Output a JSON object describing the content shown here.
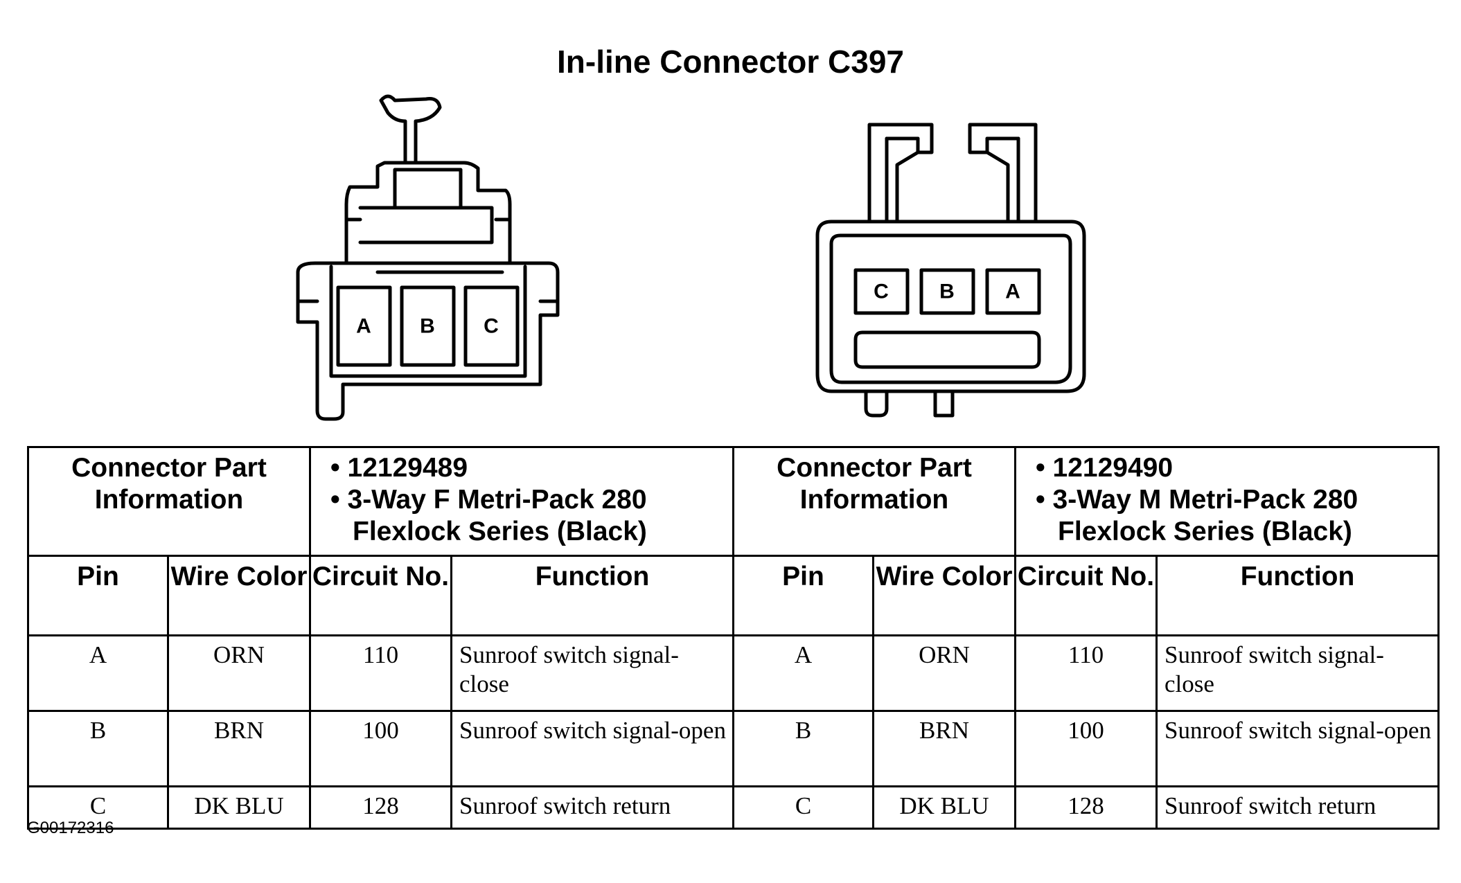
{
  "title": "In-line Connector C397",
  "figure_id": "G00172316",
  "left_connector": {
    "pins": [
      "A",
      "B",
      "C"
    ]
  },
  "right_connector": {
    "pins": [
      "C",
      "B",
      "A"
    ]
  },
  "headers": {
    "part_info": "Connector Part Information",
    "pin": "Pin",
    "wire_color": "Wire Color",
    "circuit_no": "Circuit No.",
    "function": "Function"
  },
  "left_table": {
    "part_number": "12129489",
    "description": "3-Way F Metri-Pack 280 Flexlock Series (Black)",
    "rows": [
      {
        "pin": "A",
        "wire_color": "ORN",
        "circuit": "110",
        "function": "Sunroof switch signal-close"
      },
      {
        "pin": "B",
        "wire_color": "BRN",
        "circuit": "100",
        "function": "Sunroof switch signal-open"
      },
      {
        "pin": "C",
        "wire_color": "DK BLU",
        "circuit": "128",
        "function": "Sunroof switch return"
      }
    ]
  },
  "right_table": {
    "part_number": "12129490",
    "description": "3-Way M Metri-Pack 280 Flexlock Series (Black)",
    "rows": [
      {
        "pin": "A",
        "wire_color": "ORN",
        "circuit": "110",
        "function": "Sunroof switch signal-close"
      },
      {
        "pin": "B",
        "wire_color": "BRN",
        "circuit": "100",
        "function": "Sunroof switch signal-open"
      },
      {
        "pin": "C",
        "wire_color": "DK BLU",
        "circuit": "128",
        "function": "Sunroof switch return"
      }
    ]
  }
}
